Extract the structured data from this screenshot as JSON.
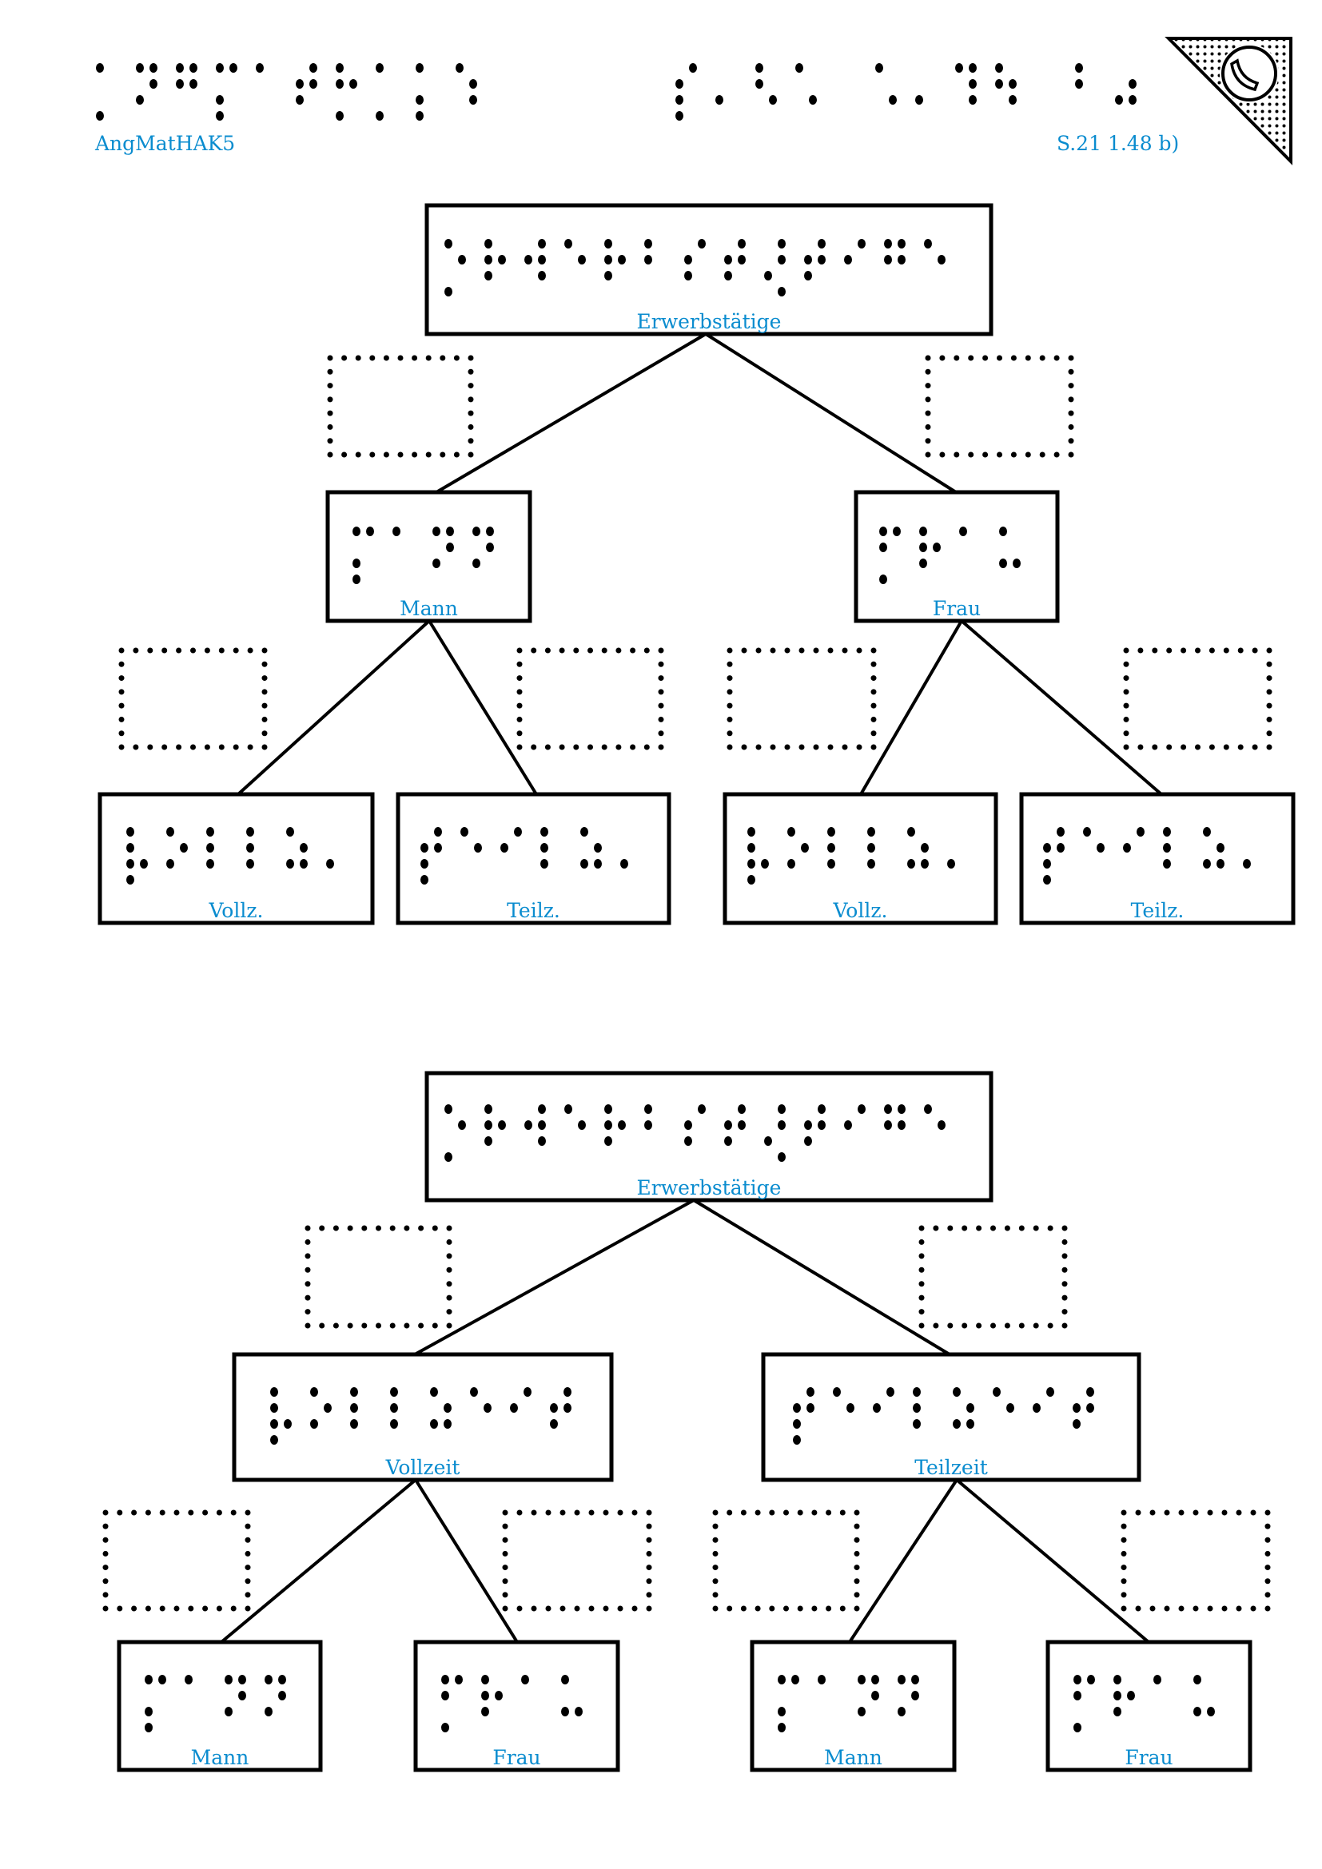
{
  "header": {
    "left_label": "AngMatHAK5",
    "right_label": "S.21 1.48 b)",
    "left_braille": [
      [
        1,
        7
      ],
      [
        1,
        4,
        5,
        3
      ],
      [
        1,
        4,
        2,
        5
      ],
      [
        1,
        4,
        3,
        7
      ],
      [
        1
      ],
      [
        4,
        2,
        5,
        3
      ],
      [
        1,
        2,
        5,
        7
      ],
      [
        1,
        7
      ],
      [
        1,
        3,
        7
      ],
      [
        1,
        5,
        6
      ]
    ],
    "right_braille": [
      [
        4,
        2,
        3,
        7
      ],
      [
        3
      ],
      [
        1,
        2,
        6
      ],
      [
        1,
        6
      ],
      [],
      [
        1,
        6
      ],
      [
        3
      ],
      [
        1,
        4,
        5,
        6
      ],
      [
        1,
        2,
        5,
        6
      ],
      [],
      [
        1,
        2
      ],
      [
        5,
        3,
        6
      ]
    ],
    "logo": "braille-corner-logo-icon"
  },
  "trees": [
    {
      "root": {
        "label": "Erwerbstätige",
        "braille": [
          [
            1,
            5,
            7
          ],
          [
            1,
            2,
            5,
            3
          ],
          [
            4,
            2,
            5,
            6
          ],
          [
            1,
            5
          ],
          [
            1,
            2,
            5,
            3
          ],
          [
            1,
            2
          ],
          [
            4,
            2,
            3
          ],
          [
            4,
            2,
            5,
            3
          ],
          [
            4,
            5,
            3,
            8
          ],
          [
            4,
            2,
            5,
            3
          ],
          [
            4,
            2
          ],
          [
            1,
            4,
            2,
            5
          ],
          [
            1,
            5
          ]
        ]
      },
      "branches": [
        {
          "node": {
            "label": "Mann",
            "braille": [
              [
                1,
                4,
                3,
                7
              ],
              [
                1
              ],
              [
                1,
                4,
                5,
                3
              ],
              [
                1,
                4,
                5,
                3
              ]
            ]
          },
          "probability": "",
          "leaves": [
            {
              "label": "Vollz.",
              "braille": [
                [
                  1,
                  2,
                  3,
                  6,
                  7
                ],
                [
                  1,
                  5,
                  3
                ],
                [
                  1,
                  2,
                  3
                ],
                [
                  1,
                  2,
                  3
                ],
                [
                  1,
                  5,
                  3,
                  6
                ],
                [
                  3
                ]
              ],
              "probability": ""
            },
            {
              "label": "Teilz.",
              "braille": [
                [
                  4,
                  2,
                  5,
                  3,
                  7
                ],
                [
                  1,
                  5
                ],
                [
                  4,
                  2
                ],
                [
                  1,
                  2,
                  3
                ],
                [
                  1,
                  5,
                  3,
                  6
                ],
                [
                  3
                ]
              ],
              "probability": ""
            }
          ]
        },
        {
          "node": {
            "label": "Frau",
            "braille": [
              [
                1,
                4,
                2,
                7
              ],
              [
                1,
                2,
                5,
                3
              ],
              [
                1
              ],
              [
                1,
                3,
                6
              ]
            ]
          },
          "probability": "",
          "leaves": [
            {
              "label": "Vollz.",
              "braille": [
                [
                  1,
                  2,
                  3,
                  6,
                  7
                ],
                [
                  1,
                  5,
                  3
                ],
                [
                  1,
                  2,
                  3
                ],
                [
                  1,
                  2,
                  3
                ],
                [
                  1,
                  5,
                  3,
                  6
                ],
                [
                  3
                ]
              ],
              "probability": ""
            },
            {
              "label": "Teilz.",
              "braille": [
                [
                  4,
                  2,
                  5,
                  3,
                  7
                ],
                [
                  1,
                  5
                ],
                [
                  4,
                  2
                ],
                [
                  1,
                  2,
                  3
                ],
                [
                  1,
                  5,
                  3,
                  6
                ],
                [
                  3
                ]
              ],
              "probability": ""
            }
          ]
        }
      ]
    },
    {
      "root": {
        "label": "Erwerbstätige",
        "braille": [
          [
            1,
            5,
            7
          ],
          [
            1,
            2,
            5,
            3
          ],
          [
            4,
            2,
            5,
            6
          ],
          [
            1,
            5
          ],
          [
            1,
            2,
            5,
            3
          ],
          [
            1,
            2
          ],
          [
            4,
            2,
            3
          ],
          [
            4,
            2,
            5,
            3
          ],
          [
            4,
            5,
            3,
            8
          ],
          [
            4,
            2,
            5,
            3
          ],
          [
            4,
            2
          ],
          [
            1,
            4,
            2,
            5
          ],
          [
            1,
            5
          ]
        ]
      },
      "branches": [
        {
          "node": {
            "label": "Vollzeit",
            "braille": [
              [
                1,
                2,
                3,
                6,
                7
              ],
              [
                1,
                5,
                3
              ],
              [
                1,
                2,
                3
              ],
              [
                1,
                2,
                3
              ],
              [
                1,
                5,
                3,
                6
              ],
              [
                1,
                5
              ],
              [
                4,
                2
              ],
              [
                4,
                2,
                5,
                3
              ]
            ]
          },
          "probability": "",
          "leaves": [
            {
              "label": "Mann",
              "braille": [
                [
                  1,
                  4,
                  3,
                  7
                ],
                [
                  1
                ],
                [
                  1,
                  4,
                  5,
                  3
                ],
                [
                  1,
                  4,
                  5,
                  3
                ]
              ],
              "probability": ""
            },
            {
              "label": "Frau",
              "braille": [
                [
                  1,
                  4,
                  2,
                  7
                ],
                [
                  1,
                  2,
                  5,
                  3
                ],
                [
                  1
                ],
                [
                  1,
                  3,
                  6
                ]
              ],
              "probability": ""
            }
          ]
        },
        {
          "node": {
            "label": "Teilzeit",
            "braille": [
              [
                4,
                2,
                5,
                3,
                7
              ],
              [
                1,
                5
              ],
              [
                4,
                2
              ],
              [
                1,
                2,
                3
              ],
              [
                1,
                5,
                3,
                6
              ],
              [
                1,
                5
              ],
              [
                4,
                2
              ],
              [
                4,
                2,
                5,
                3
              ]
            ]
          },
          "probability": "",
          "leaves": [
            {
              "label": "Mann",
              "braille": [
                [
                  1,
                  4,
                  3,
                  7
                ],
                [
                  1
                ],
                [
                  1,
                  4,
                  5,
                  3
                ],
                [
                  1,
                  4,
                  5,
                  3
                ]
              ],
              "probability": ""
            },
            {
              "label": "Frau",
              "braille": [
                [
                  1,
                  4,
                  2,
                  7
                ],
                [
                  1,
                  2,
                  5,
                  3
                ],
                [
                  1
                ],
                [
                  1,
                  3,
                  6
                ]
              ],
              "probability": ""
            }
          ]
        }
      ]
    }
  ]
}
